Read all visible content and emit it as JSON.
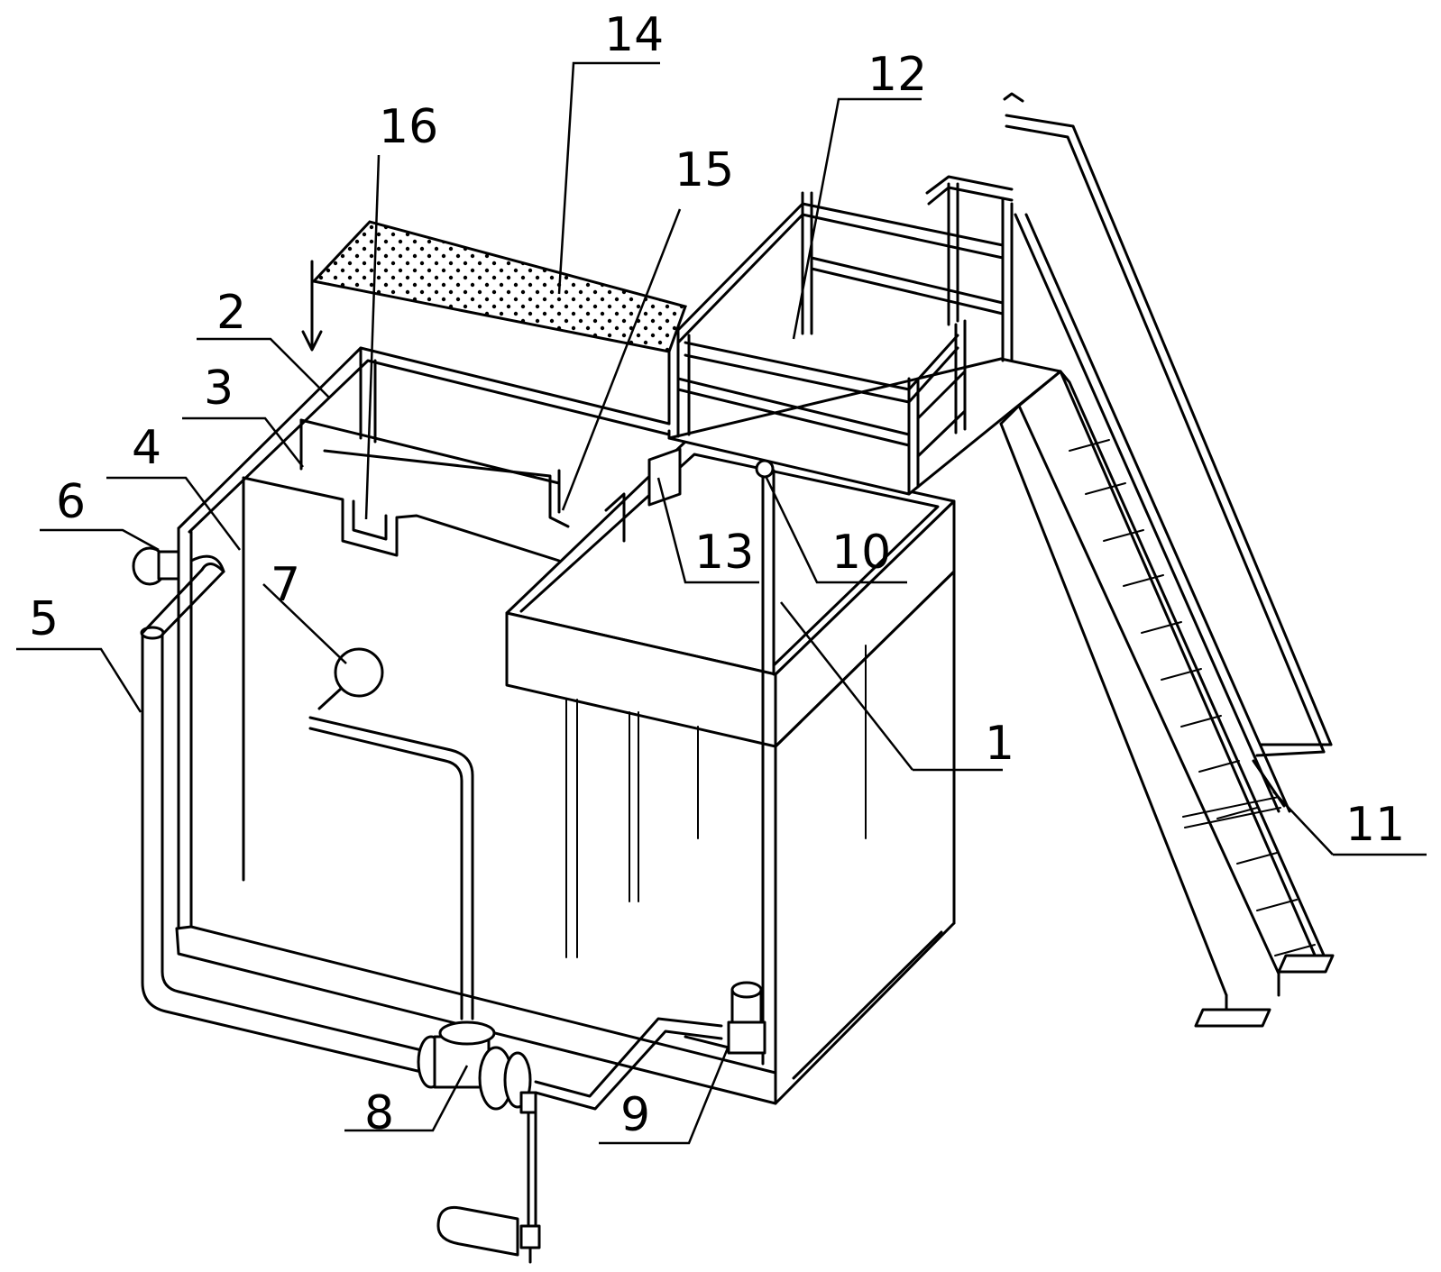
{
  "figure": {
    "labels": [
      {
        "key": "1",
        "text": "1"
      },
      {
        "key": "2",
        "text": "2"
      },
      {
        "key": "3",
        "text": "3"
      },
      {
        "key": "4",
        "text": "4"
      },
      {
        "key": "5",
        "text": "5"
      },
      {
        "key": "6",
        "text": "6"
      },
      {
        "key": "7",
        "text": "7"
      },
      {
        "key": "8",
        "text": "8"
      },
      {
        "key": "9",
        "text": "9"
      },
      {
        "key": "10",
        "text": "10"
      },
      {
        "key": "11",
        "text": "11"
      },
      {
        "key": "12",
        "text": "12"
      },
      {
        "key": "13",
        "text": "13"
      },
      {
        "key": "14",
        "text": "14"
      },
      {
        "key": "15",
        "text": "15"
      },
      {
        "key": "16",
        "text": "16"
      }
    ]
  }
}
